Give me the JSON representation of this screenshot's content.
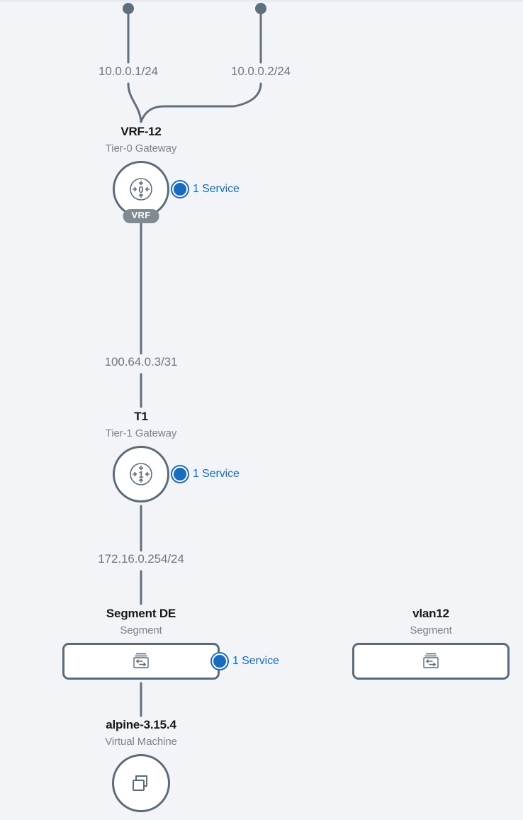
{
  "view": {
    "name": "network-topology-map",
    "background_color": "#f3f4f8",
    "line_color": "#5f6f7d",
    "accent_color": "#1a6bbd",
    "shape_border_color": "#5a6b79",
    "badge_color": "#808a91"
  },
  "edge_labels": [
    {
      "id": "uplink-1",
      "text": "10.0.0.1/24"
    },
    {
      "id": "uplink-2",
      "text": "10.0.0.2/24"
    },
    {
      "id": "t0-to-t1",
      "text": "100.64.0.3/31"
    },
    {
      "id": "t1-to-segment",
      "text": "172.16.0.254/24"
    }
  ],
  "nodes": [
    {
      "id": "vrf-12",
      "title": "VRF-12",
      "subtitle": "Tier-0 Gateway",
      "shape": "circle",
      "icon": "router-tier0-icon",
      "icon_digit": "0",
      "badge": "VRF",
      "service": {
        "label": "1 Service",
        "count": 1
      }
    },
    {
      "id": "t1",
      "title": "T1",
      "subtitle": "Tier-1 Gateway",
      "shape": "circle",
      "icon": "router-tier1-icon",
      "icon_digit": "1",
      "badge": null,
      "service": {
        "label": "1 Service",
        "count": 1
      }
    },
    {
      "id": "segment-de",
      "title": "Segment DE",
      "subtitle": "Segment",
      "shape": "rect",
      "icon": "segment-switch-icon",
      "badge": null,
      "service": {
        "label": "1 Service",
        "count": 1
      }
    },
    {
      "id": "vlan12",
      "title": "vlan12",
      "subtitle": "Segment",
      "shape": "rect",
      "icon": "segment-switch-icon",
      "badge": null,
      "service": null
    },
    {
      "id": "alpine-vm",
      "title": "alpine-3.15.4",
      "subtitle": "Virtual Machine",
      "shape": "circle",
      "icon": "virtual-machine-icon",
      "badge": null,
      "service": null
    }
  ]
}
